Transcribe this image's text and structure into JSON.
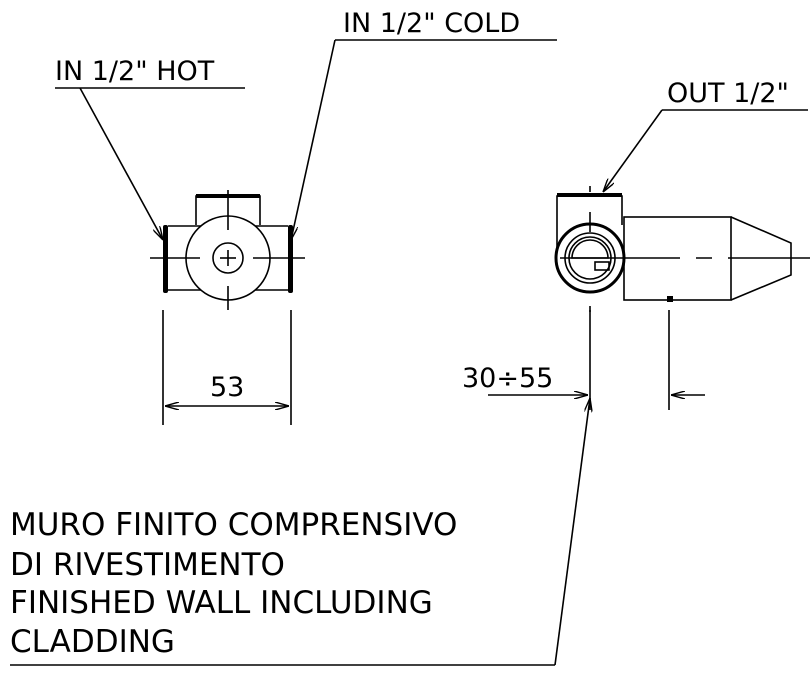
{
  "labels": {
    "hot": "IN 1/2\" HOT",
    "cold": "IN 1/2\" COLD",
    "out": "OUT 1/2\""
  },
  "dimensions": {
    "width": "53",
    "depth": "30÷55"
  },
  "note": {
    "line1": "MURO FINITO COMPRENSIVO",
    "line2": "DI RIVESTIMENTO",
    "line3": "FINISHED WALL INCLUDING",
    "line4": "CLADDING"
  }
}
